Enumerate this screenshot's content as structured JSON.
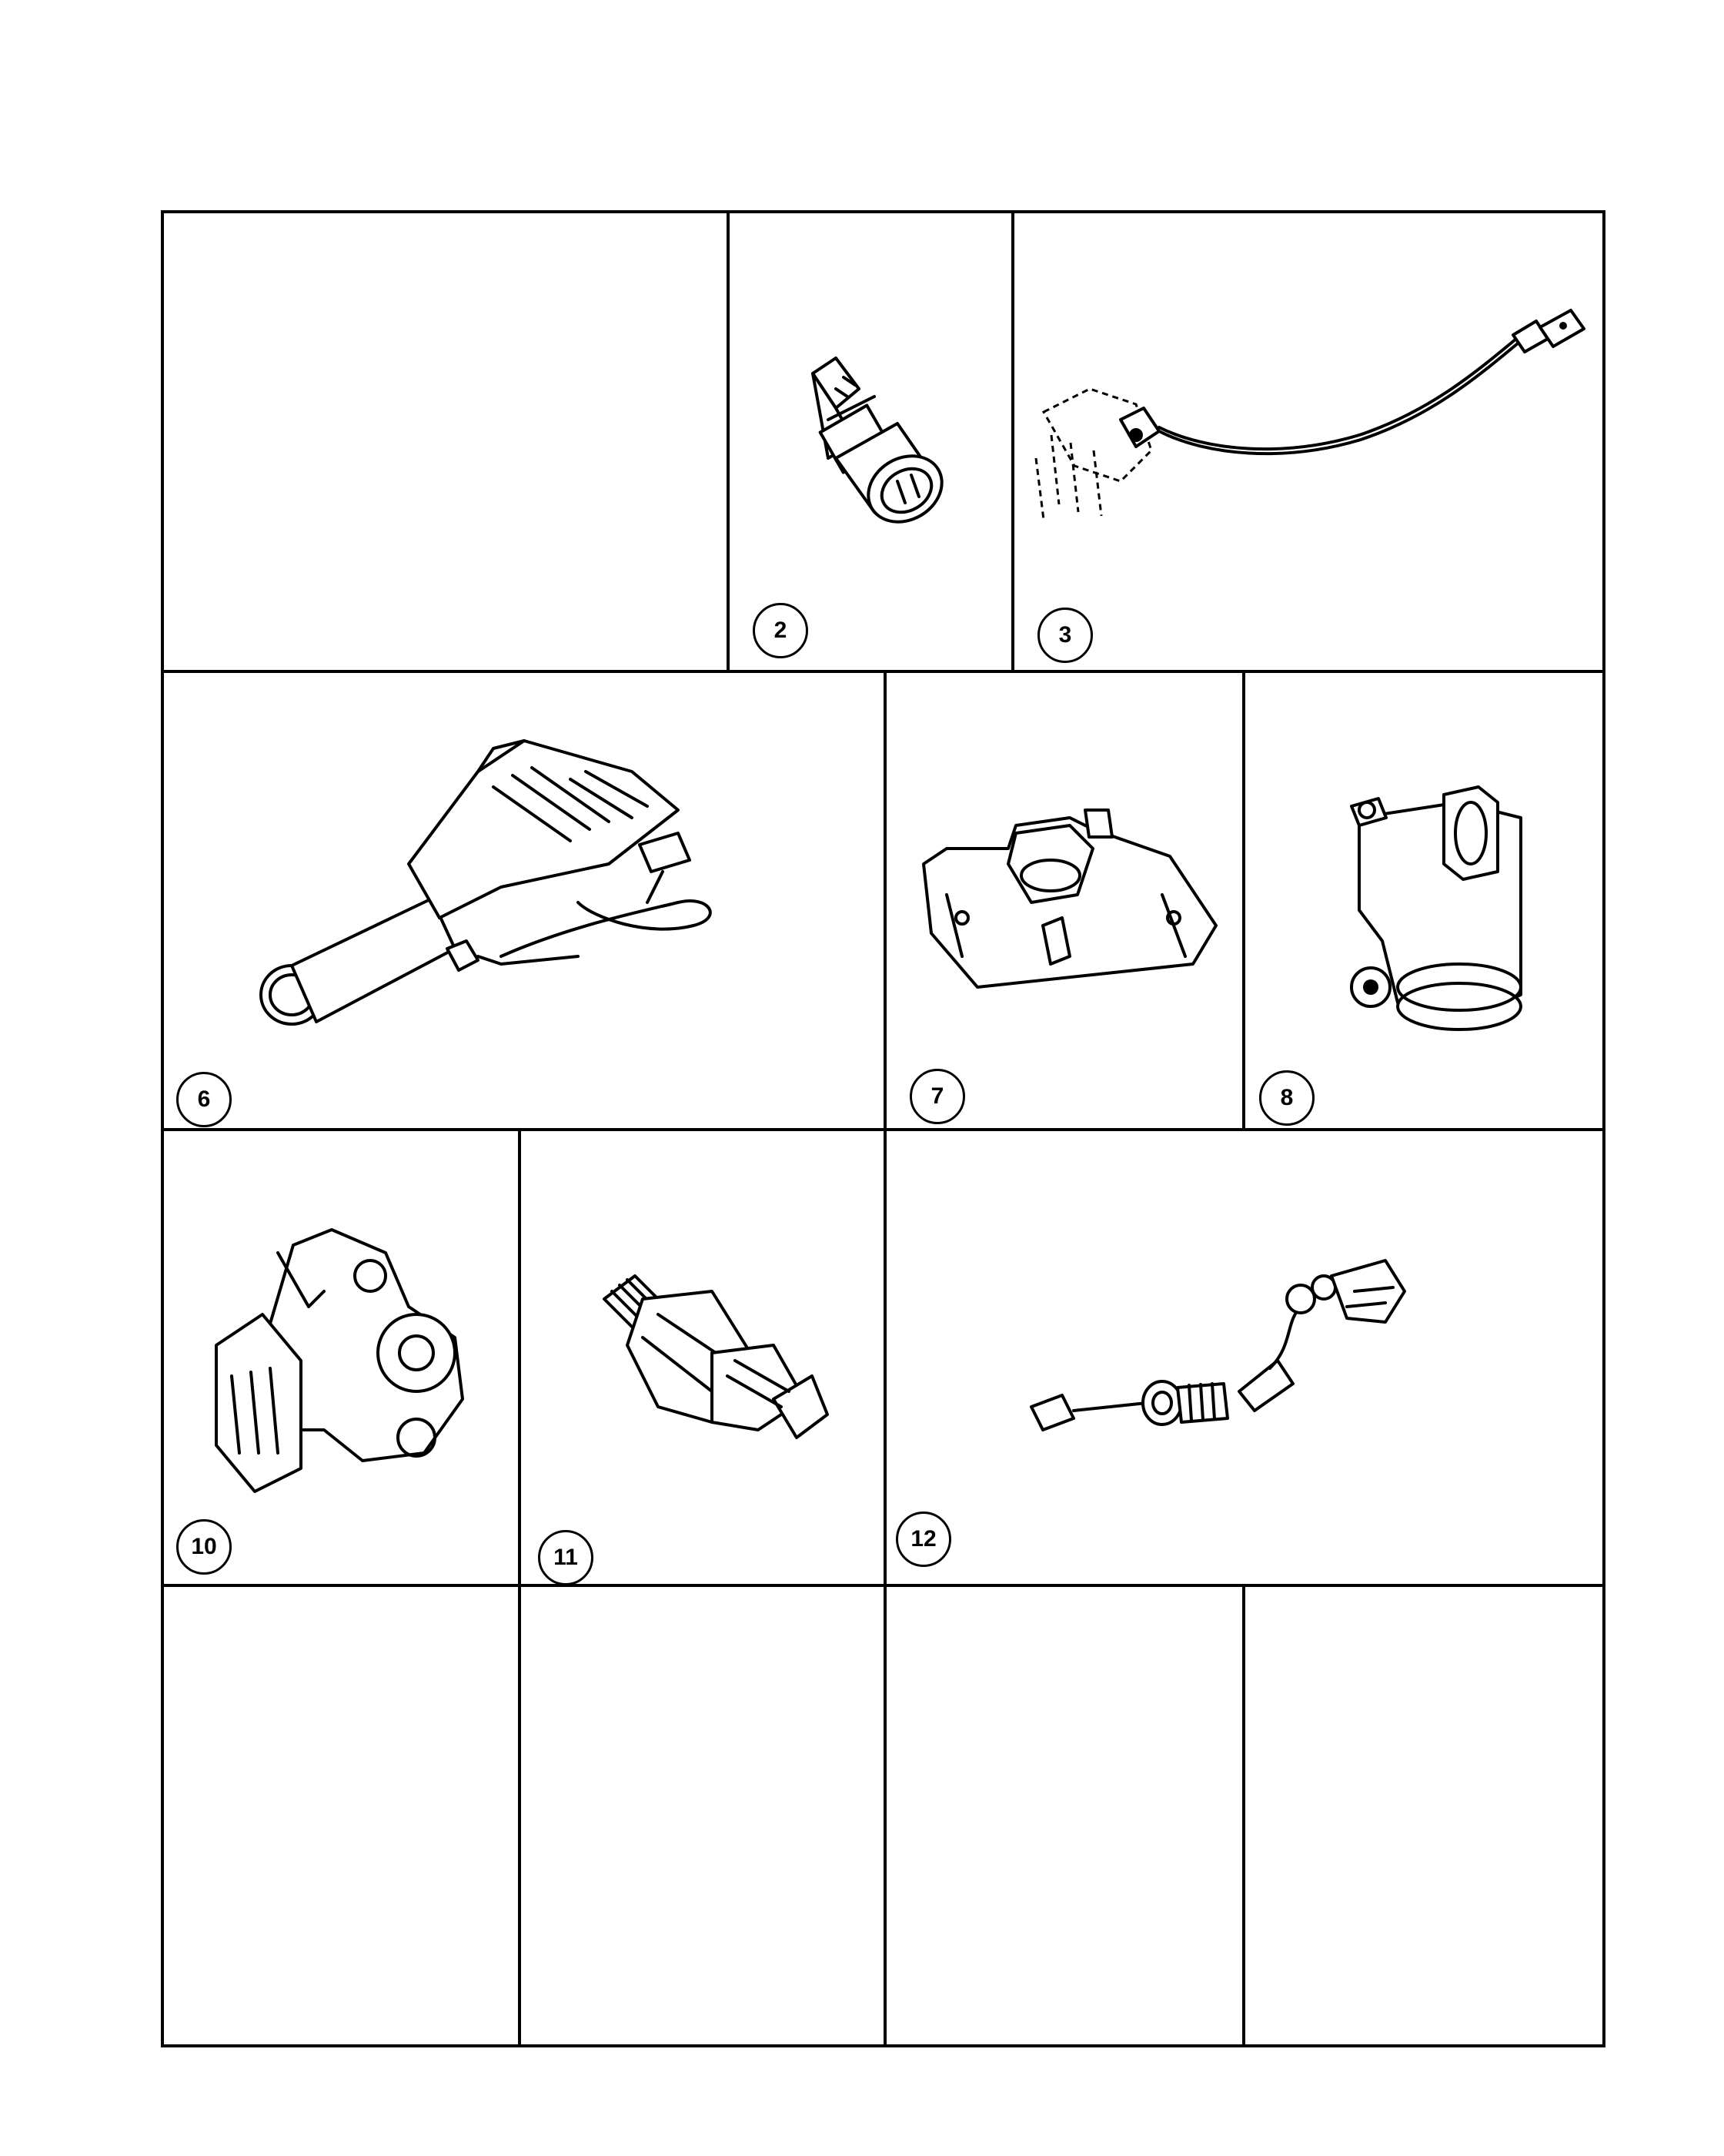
{
  "diagram": {
    "line_color": "#000000",
    "background": "#ffffff",
    "callouts": [
      {
        "id": "p2",
        "label": "2"
      },
      {
        "id": "p3",
        "label": "3"
      },
      {
        "id": "p6",
        "label": "6"
      },
      {
        "id": "p7",
        "label": "7"
      },
      {
        "id": "p8",
        "label": "8"
      },
      {
        "id": "p10",
        "label": "10"
      },
      {
        "id": "p11",
        "label": "11"
      },
      {
        "id": "p12",
        "label": "12"
      }
    ]
  }
}
